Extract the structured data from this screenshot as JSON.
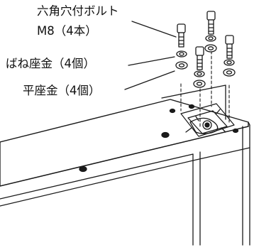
{
  "labels": {
    "bolt_line1": "六角穴付ボルト",
    "bolt_line2": "M8（4本）",
    "spring_washer": "ばね座金（4個）",
    "flat_washer": "平座金（4個）"
  }
}
